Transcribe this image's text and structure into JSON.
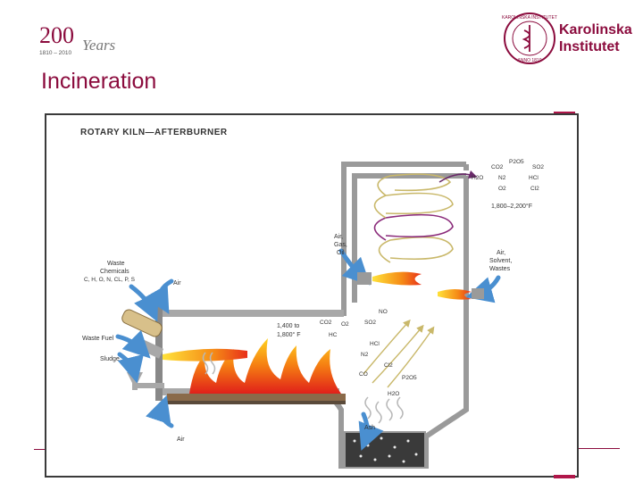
{
  "header": {
    "anniversary_number": "200",
    "anniversary_word": "Years",
    "anniversary_range": "1810 – 2010",
    "institute_name_line1": "Karolinska",
    "institute_name_line2": "Institutet",
    "seal_ring_text": "KAROLINSKA INSTITUTET",
    "seal_year": "ANNO 1810"
  },
  "slide": {
    "title": "Incineration"
  },
  "diagram": {
    "title": "ROTARY KILN—AFTERBURNER",
    "inputs": {
      "waste_chemicals_l1": "Waste",
      "waste_chemicals_l2": "Chemicals",
      "elements": "C, H, O, N, CL, P, S",
      "air_top": "Air",
      "waste_fuel": "Waste Fuel",
      "sludge": "Sludge",
      "air_bottom": "Air",
      "air_gas_oil_l1": "Air,",
      "air_gas_oil_l2": "Gas,",
      "air_gas_oil_l3": "Oil",
      "air_solvent_l1": "Air,",
      "air_solvent_l2": "Solvent,",
      "air_solvent_l3": "Wastes"
    },
    "kiln_temp_l1": "1,400 to",
    "kiln_temp_l2": "1,800° F",
    "afterburner_temp": "1,800–2,200°F",
    "kiln_products": [
      "CO2",
      "O2",
      "SO2",
      "HC",
      "NO",
      "HCl",
      "N2",
      "Cl2",
      "CO",
      "P2O5",
      "H2O"
    ],
    "stack_products": [
      "CO2",
      "P2O5",
      "SO2",
      "H2O",
      "N2",
      "HCl",
      "O2",
      "Cl2"
    ],
    "ash": "Ash"
  }
}
